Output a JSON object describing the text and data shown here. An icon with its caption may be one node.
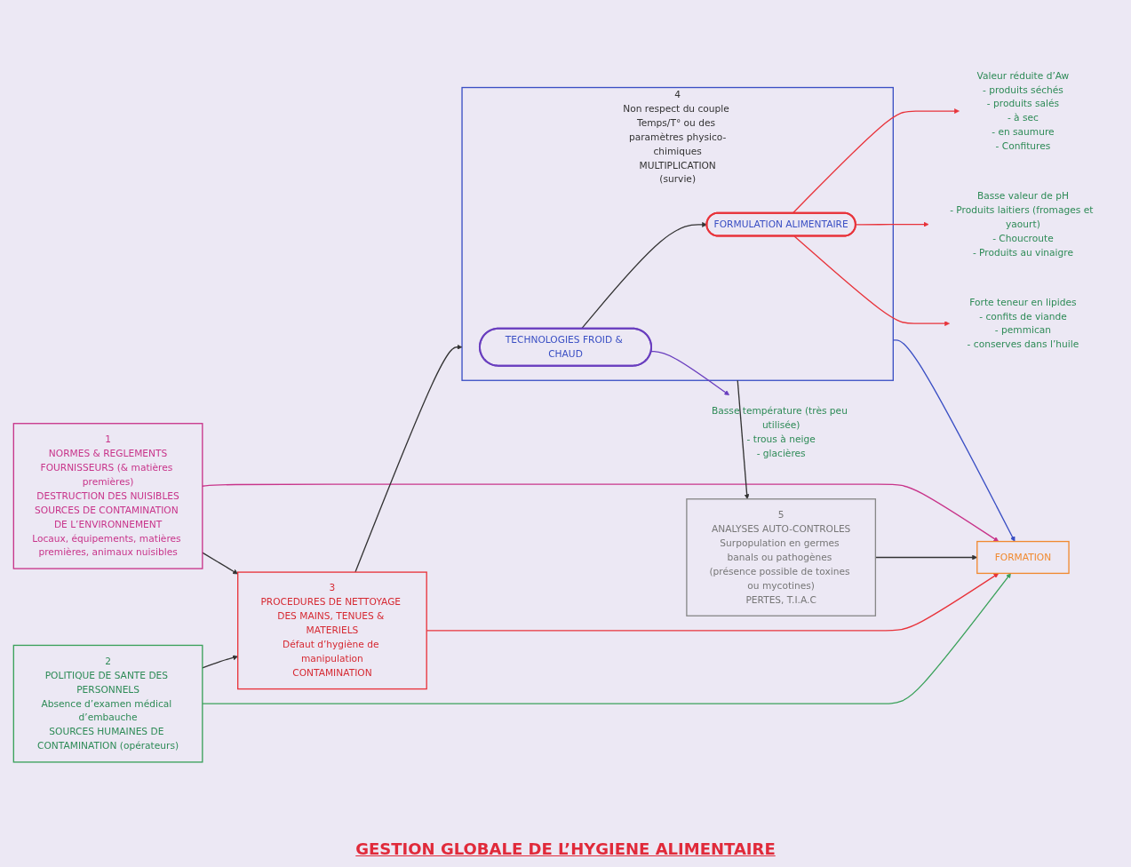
{
  "diagram": {
    "nodes": [
      {
        "text": [
          "Basse température (très peu utilisée)",
          "- trous à neige",
          "- glacières"
        ]
      },
      {
        "text": [
          "Valeur réduite d’Aw",
          "- produits séchés",
          "- produits salés",
          "- à sec",
          "- en saumure",
          "- Confitures"
        ]
      },
      {
        "text": [
          "Basse valeur de pH",
          "- Produits laitiers (fromages et yaourt)",
          "- Choucroute",
          "- Produits au vinaigre"
        ]
      },
      {
        "text": [
          "Forte teneur en lipides",
          "- confits de viande",
          "- pemmican",
          "- conserves dans l’huile"
        ]
      },
      {
        "text": [
          "2",
          "POLITIQUE DE SANTE DES PERSONNELS",
          "Absence d’examen médical d’embauche",
          "SOURCES HUMAINES DE CONTAMINATION (opérateurs)"
        ]
      },
      {
        "text": [
          "3",
          "PROCEDURES DE NETTOYAGE DES MAINS, TENUES & MATERIELS",
          "Défaut d’hygiène de manipulation",
          "CONTAMINATION"
        ]
      },
      {
        "text": [
          "4",
          "Non respect du couple Temps/T° ou des paramètres physico-chimiques",
          "MULTIPLICATION",
          "(survie)"
        ]
      },
      {
        "text": [
          "TECHNOLOGIES FROID & CHAUD"
        ],
        "in": 6
      },
      {
        "text": [
          "FORMULATION ALIMENTAIRE"
        ],
        "in": 6
      },
      {
        "text": [
          "5",
          "ANALYSES AUTO-CONTROLES",
          "Surpopulation en germes banals ou pathogènes (présence possible de toxines ou mycotines)",
          "PERTES, T.I.A.C"
        ]
      },
      {
        "text": [
          "1",
          "NORMES & REGLEMENTS",
          "FOURNISSEURS (& matières premières)",
          "DESTRUCTION DES NUISIBLES",
          "SOURCES DE CONTAMINATION DE L’ENVIRONNEMENT",
          "Locaux, équipements, matières premières, animaux nuisibles"
        ]
      },
      {
        "text": [
          "FORMATION"
        ]
      }
    ],
    "edges": [
      {
        "from": 7,
        "to": 0,
        "arrow": "to",
        "color": "#6a3fbf"
      },
      {
        "from": 8,
        "to": 1,
        "arrow": "to",
        "color": "#e8333a"
      },
      {
        "from": 8,
        "to": 2,
        "arrow": "to",
        "color": "#e8333a"
      },
      {
        "from": 8,
        "to": 3,
        "arrow": "to",
        "color": "#e8333a"
      },
      {
        "from": 7,
        "to": 8,
        "arrow": "to"
      },
      {
        "from": 4,
        "to": 5,
        "arrow": "to"
      },
      {
        "from": 10,
        "to": 5,
        "arrow": "to"
      },
      {
        "from": 5,
        "to": 6,
        "arrow": "to"
      },
      {
        "from": 6,
        "to": 9,
        "arrow": "to"
      },
      {
        "from": 4,
        "to": 11,
        "arrow": "to",
        "color": "#3aa15a"
      },
      {
        "from": 5,
        "to": 11,
        "arrow": "to",
        "color": "#e8333a"
      },
      {
        "from": 6,
        "to": 11,
        "arrow": "to",
        "color": "#3a4fc4"
      },
      {
        "from": 9,
        "to": 11,
        "arrow": "to"
      },
      {
        "from": 10,
        "to": 11,
        "arrow": "to",
        "color": "#c8348a"
      }
    ],
    "labels": [
      "GESTION GLOBALE DE L’HYGIENE ALIMENTAIRE"
    ]
  }
}
